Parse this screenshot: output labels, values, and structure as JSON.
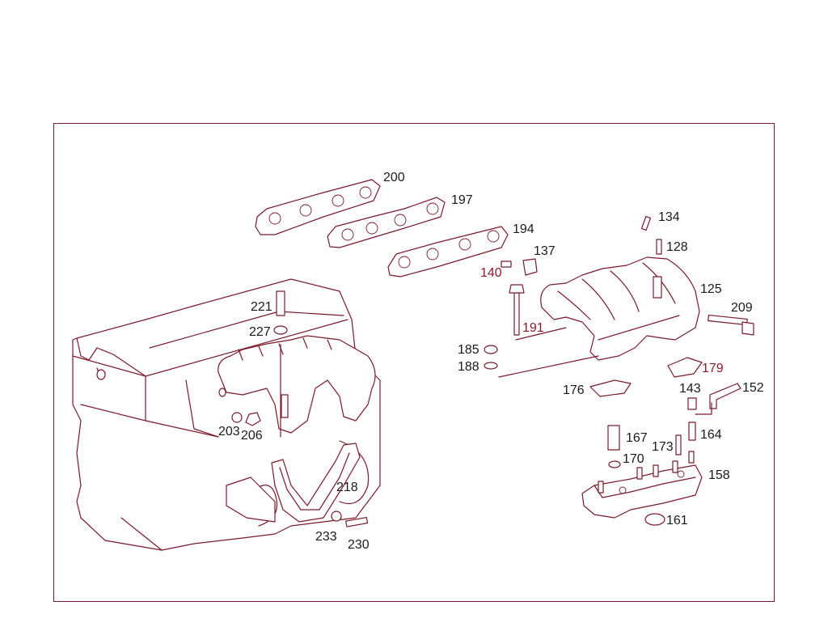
{
  "diagram": {
    "labels": {
      "l200": "200",
      "l197": "197",
      "l194": "194",
      "l134": "134",
      "l128": "128",
      "l137": "137",
      "l140": "140",
      "l125": "125",
      "l209": "209",
      "l221": "221",
      "l227": "227",
      "l191": "191",
      "l185": "185",
      "l188": "188",
      "l179": "179",
      "l176": "176",
      "l143": "143",
      "l152": "152",
      "l203": "203",
      "l206": "206",
      "l167": "167",
      "l164": "164",
      "l173": "173",
      "l170": "170",
      "l158": "158",
      "l218": "218",
      "l161": "161",
      "l233": "233",
      "l230": "230"
    },
    "colors": {
      "line": "#7a1a2a",
      "text": "#1a1a1a",
      "accent_text": "#8b1a2a"
    }
  }
}
